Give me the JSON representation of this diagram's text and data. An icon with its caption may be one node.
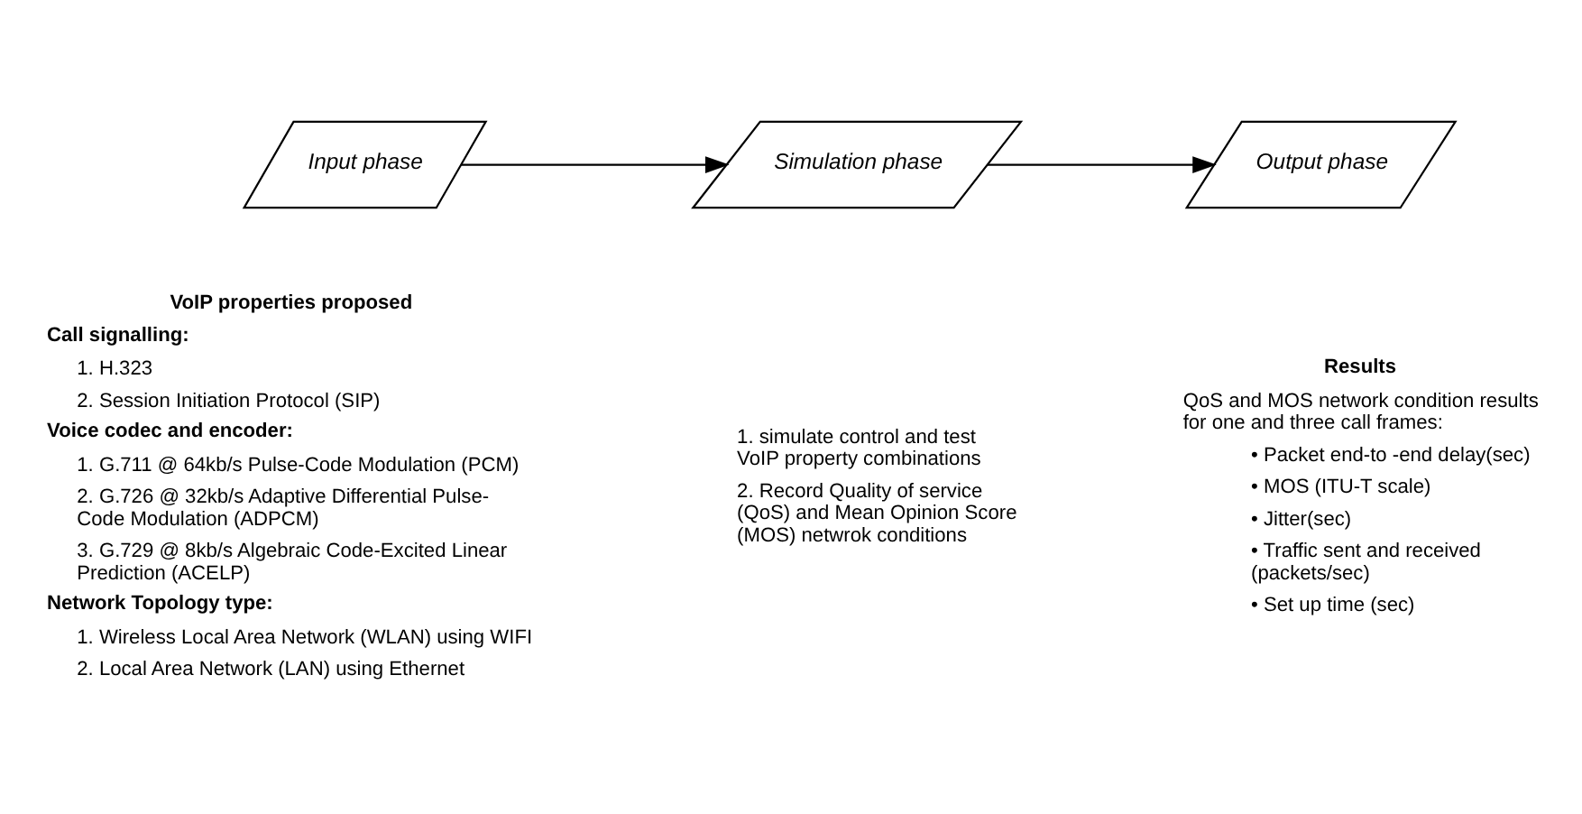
{
  "diagram": {
    "nodes": [
      {
        "text": [
          "Input phase"
        ]
      },
      {
        "text": [
          "Simulation phase"
        ]
      },
      {
        "text": [
          "Output phase"
        ]
      }
    ],
    "edges": [
      {
        "from": 0,
        "to": 1,
        "arrow": "to"
      },
      {
        "from": 1,
        "to": 2,
        "arrow": "to"
      }
    ],
    "labels": [
      "VoIP properties proposed",
      "Call signalling:",
      "1. H.323",
      "2. Session Initiation Protocol (SIP)",
      "Voice codec and encoder:",
      "1. G.711 @ 64kb/s Pulse-Code Modulation (PCM)",
      "2. G.726 @ 32kb/s Adaptive Differential Pulse-Code Modulation (ADPCM)",
      "3. G.729 @ 8kb/s Algebraic Code-Excited Linear Prediction (ACELP)",
      "Network Topology type:",
      "1. Wireless Local Area Network (WLAN) using WIFI",
      "2. Local Area Network (LAN) using Ethernet",
      "1. simulate control and test VoIP property combinations",
      "2. Record Quality of service (QoS) and Mean Opinion Score (MOS) netwrok conditions",
      "Results",
      "QoS and MOS network condition results for one and three call frames:",
      "• Packet end-to -end delay(sec)",
      "• MOS (ITU-T scale)",
      "• Jitter(sec)",
      "• Traffic sent and received (packets/sec)",
      "• Set up time (sec)"
    ]
  }
}
